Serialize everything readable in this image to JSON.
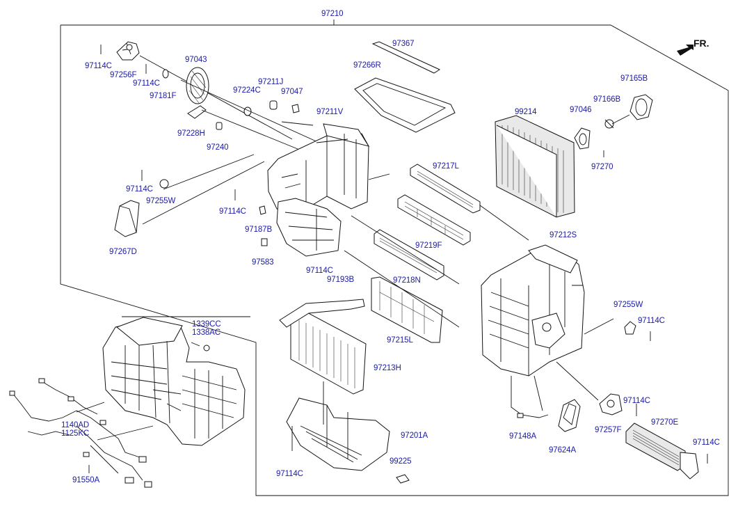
{
  "direction_label": "FR.",
  "labels": {
    "l97210": "97210",
    "l97367": "97367",
    "l97266R": "97266R",
    "l97114C_a": "97114C",
    "l97256F": "97256F",
    "l97114C_b": "97114C",
    "l97181F": "97181F",
    "l97043": "97043",
    "l97224C": "97224C",
    "l97211J": "97211J",
    "l97047": "97047",
    "l97211V": "97211V",
    "l97228H": "97228H",
    "l97240": "97240",
    "l97165B": "97165B",
    "l97166B": "97166B",
    "l99214": "99214",
    "l97046": "97046",
    "l97270": "97270",
    "l97217L": "97217L",
    "l97114C_c": "97114C",
    "l97255W_a": "97255W",
    "l97114C_d": "97114C",
    "l97187B": "97187B",
    "l97219F": "97219F",
    "l97212S": "97212S",
    "l97267D": "97267D",
    "l97583": "97583",
    "l97114C_e": "97114C",
    "l97193B": "97193B",
    "l97218N": "97218N",
    "l97255W_b": "97255W",
    "l97114C_f": "97114C",
    "l1339CC": "1339CC",
    "l1338AC": "1338AC",
    "l97215L": "97215L",
    "l97213H": "97213H",
    "l97114C_g": "97114C",
    "l97257F": "97257F",
    "l97270E": "97270E",
    "l97114C_h": "97114C",
    "l1140AD": "1140AD",
    "l1125KC": "1125KC",
    "l97201A": "97201A",
    "l97148A": "97148A",
    "l97624A": "97624A",
    "l99225": "99225",
    "l97114C_i": "97114C",
    "l91550A": "91550A"
  }
}
